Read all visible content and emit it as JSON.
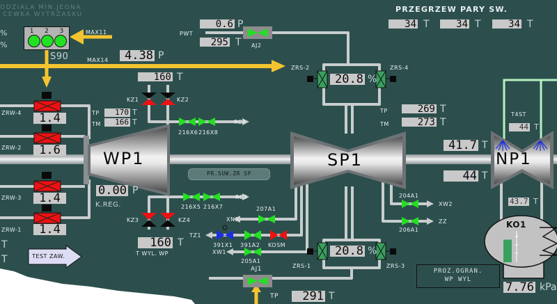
{
  "header": {
    "faded_line1": "ODZIALA MIN.JEGNA",
    "faded_line2": "CEWKA WYTRZASKU",
    "left_units": [
      "%",
      "%"
    ],
    "superheat_title": "PRZEGRZEW PARY SW.",
    "superheat_values": [
      {
        "value": "34",
        "unit": "T"
      },
      {
        "value": "34",
        "unit": "T"
      },
      {
        "value": "34",
        "unit": "T"
      }
    ]
  },
  "s90": {
    "label": "S90",
    "lamps": [
      {
        "num": "1",
        "state": "on"
      },
      {
        "num": "2",
        "state": "on"
      },
      {
        "num": "3",
        "state": "on"
      }
    ],
    "max11_label": "MAX11",
    "max14_label": "MAX14",
    "pressure": {
      "value": "4.38",
      "unit": "P"
    }
  },
  "pwt": {
    "label": "PWT",
    "pressure": {
      "value": "0.6",
      "unit": "P"
    },
    "temp": {
      "value": "295",
      "unit": "T"
    },
    "valve_label": "AJ2"
  },
  "wp1": {
    "name": "WP1",
    "inlet_temp": {
      "value": "160",
      "unit": "T"
    },
    "tp": {
      "label": "TP",
      "value": "170",
      "unit": "T"
    },
    "tm": {
      "label": "TM",
      "value": "166",
      "unit": "T"
    },
    "kreg": {
      "value": "0.00",
      "unit": "P",
      "label": "K.REG."
    },
    "outlet_temp": {
      "value": "160",
      "unit": "T",
      "label": "T WYL. WP"
    },
    "valves": [
      {
        "name": "ZRW-4",
        "value": "1.4"
      },
      {
        "name": "ZRW-2",
        "value": "1.6"
      },
      {
        "name": "ZRW-3",
        "value": "1.4"
      },
      {
        "name": "ZRW-1",
        "value": "1.4"
      }
    ],
    "kz": [
      "KZ1",
      "KZ2",
      "KZ3",
      "KZ4"
    ],
    "left_units": [
      "T",
      "T"
    ]
  },
  "lines": {
    "rc4": {
      "label": "RC4",
      "valves": [
        "216X6",
        "216X8"
      ]
    },
    "rc3": {
      "label": "RC3",
      "valves": [
        "216X5",
        "216X7"
      ]
    },
    "xn3": {
      "label": "XN3",
      "valve": "207A1"
    },
    "tz1": {
      "label": "TZ1",
      "valves": [
        "391X1",
        "391A2",
        "KOSM"
      ]
    },
    "xw1": {
      "label": "XW1",
      "valve": "205A1"
    },
    "xw2": {
      "label": "XW2",
      "valve": "204A1"
    },
    "zz": {
      "label": "ZZ",
      "valve": "206A1"
    },
    "aj1": {
      "label": "AJ1",
      "tp_label": "TP",
      "temp": {
        "value": "291",
        "unit": "T"
      }
    }
  },
  "sp1": {
    "name": "SP1",
    "program_button": "PR.SUW.ZR SP",
    "tp": {
      "label": "TP",
      "value": "269",
      "unit": "T"
    },
    "tm": {
      "label": "TM",
      "value": "273",
      "unit": "T"
    },
    "zrs_top": {
      "left": "ZRS-2",
      "right": "ZRS-4",
      "value": "20.8",
      "unit": "%"
    },
    "zrs_bottom": {
      "left": "ZRS-1",
      "right": "ZRS-3",
      "value": "20.8",
      "unit": "%"
    }
  },
  "np1": {
    "name": "NP1",
    "t4st_label": "T4ST",
    "t4st": {
      "value": "44",
      "unit": "T"
    },
    "inlet_upper": {
      "value": "41.7",
      "unit": "T"
    },
    "inlet_lower": {
      "value": "44",
      "unit": "T"
    },
    "exhaust_temp": {
      "value": "43.7",
      "unit": "T"
    }
  },
  "condenser": {
    "name": "KO1",
    "level_fraction": 0.65,
    "pressure": {
      "value": "7.76",
      "unit": "kPa"
    }
  },
  "buttons": {
    "test_zaw": "TEST ZAW.",
    "proz_ogran_line1": "PROZ.OGRAN.",
    "proz_ogran_line2": "WP WYL"
  },
  "colors": {
    "background": "#2c4f4d",
    "steam_pipe": "#f4c430",
    "valve_open": "#22e022",
    "valve_closed": "#ee1111",
    "valve_manual": "#1a2ee0",
    "pipe": "#cfd4d6",
    "cooling_pipe": "#b8f0c0"
  }
}
